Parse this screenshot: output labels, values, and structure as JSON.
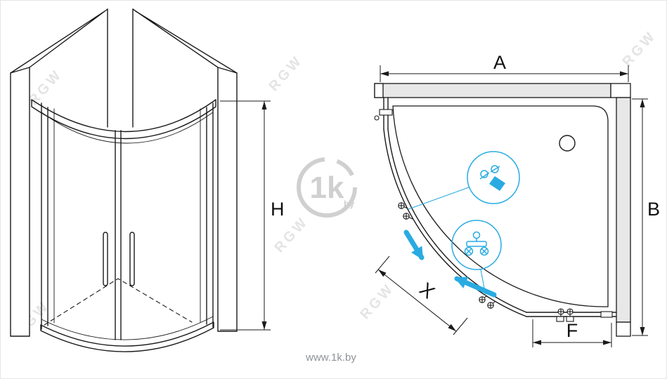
{
  "dimensions": {
    "A": "A",
    "B": "B",
    "H": "H",
    "X": "X",
    "F": "F"
  },
  "watermarks": {
    "logo_text": "1k",
    "logo_suffix": "by",
    "diagonal_text": "RGW",
    "site_url": "www.1k.by"
  },
  "colors": {
    "line": "#1a1a1a",
    "accent_blue": "#29abe2",
    "wall_fill": "#e8e8e8",
    "watermark_gray": "#cbcbcb",
    "url_gray": "#8e939a",
    "background": "#ffffff"
  }
}
